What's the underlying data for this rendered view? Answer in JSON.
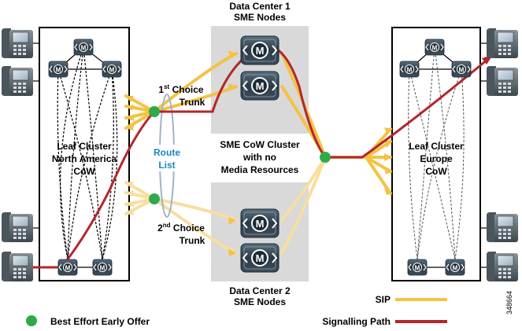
{
  "diagram": {
    "dc1_title_line1": "Data Center 1",
    "dc1_title_line2": "SME Nodes",
    "dc2_title_line1": "Data Center 2",
    "dc2_title_line2": "SME Nodes",
    "sme_cluster_line1": "SME CoW Cluster",
    "sme_cluster_line2": "with no",
    "sme_cluster_line3": "Media Resources",
    "leaf_na_line1": "Leaf Cluster",
    "leaf_na_line2": "North America",
    "leaf_na_line3": "CoW",
    "leaf_eu_line1": "Leaf Cluster",
    "leaf_eu_line2": "Europe",
    "leaf_eu_line3": "CoW",
    "route_list_line1": "Route",
    "route_list_line2": "List",
    "first_choice_num": "1",
    "first_choice_sup": "st",
    "first_choice_rest": " Choice",
    "first_choice_trunk": "Trunk",
    "second_choice_num": "2",
    "second_choice_sup": "nd",
    "second_choice_rest": " Choice",
    "second_choice_trunk": "Trunk",
    "node_glyph": "M",
    "image_id": "348664"
  },
  "legend": {
    "best_effort_label": "Best Effort Early Offer",
    "sip_label": "SIP",
    "signalling_label": "Signalling Path"
  },
  "colors": {
    "sip": "#f5c242",
    "sip_light": "#f8dfa0",
    "signalling": "#b3262b",
    "early_offer": "#2dab4a",
    "datacenter_bg": "#d9d9d9",
    "route_list_text": "#1a86c6"
  }
}
